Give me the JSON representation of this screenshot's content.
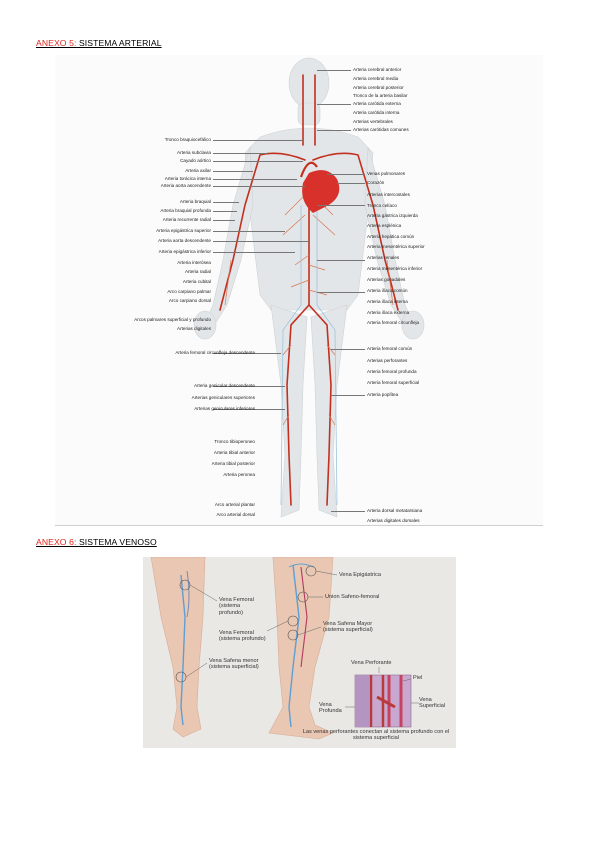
{
  "anexo5": {
    "number": "ANEXO 5:",
    "title": "SISTEMA ARTERIAL",
    "labels_left": [
      "Tronco braquiocefálico",
      "Arteria subclavia",
      "Cayado aórtico",
      "Arteria axilar",
      "Arteria torácica interna",
      "Arteria aorta ascendente",
      "Arteria braquial",
      "Arteria braquial profunda",
      "Arteria recurrente radial",
      "Arteria epigástrica superior",
      "Arteria aorta descendente",
      "Arteria epigástrica inferior",
      "Arteria interósea",
      "Arteria radial",
      "Arteria cubital",
      "Arco carpiano palmar",
      "Arco carpiano dorsal",
      "Arcos palmares superficial y profundo",
      "Arterias digitales",
      "Arteria femoral circunfleja descendente",
      "Arteria genicular descendente",
      "Arterias geniculares superiores",
      "Arterias geniculares inferiores",
      "Tronco tibioperoneo",
      "Arteria tibial anterior",
      "Arteria tibial posterior",
      "Arteria peronea",
      "Arco arterial plantar",
      "Arco arterial dorsal"
    ],
    "labels_right": [
      "Arteria cerebral anterior",
      "Arteria cerebral media",
      "Arteria cerebral posterior",
      "Tronco de la arteria basilar",
      "Arteria carótida externa",
      "Arteria carótida interna",
      "Arterias vertebrales",
      "Arterias carótidas comunes",
      "Venas pulmonares",
      "Corazón",
      "Arterias intercostales",
      "Tronco celíaco",
      "Arteria gástrica izquierda",
      "Arteria esplénica",
      "Arteria hepática común",
      "Arteria mesentérica superior",
      "Arterias renales",
      "Arteria mesentérica inferior",
      "Arterias gonadales",
      "Arteria ilíaca común",
      "Arteria ilíaca interna",
      "Arteria ilíaca externa",
      "Arteria femoral circunfleja",
      "Arteria femoral común",
      "Arterias perforantes",
      "Arteria femoral profunda",
      "Arteria femoral superficial",
      "Arteria poplítea",
      "Arteria dorsal metatarsiana",
      "Arterias digitales dorsales"
    ]
  },
  "anexo6": {
    "number": "ANEXO 6:",
    "title": "SISTEMA VENOSO",
    "labels": {
      "vena_femoral_1": "Vena Femoral\n(sistema\nprofundo)",
      "vena_safena_menor": "Vena Safena menor\n(sistema superficial)",
      "vena_epigastrica": "Vena Epigástrica",
      "union_safeno_femoral": "Union Safeno-femoral",
      "vena_femoral_2": "Vena Femoral\n(sistema profundo)",
      "vena_safena_mayor": "Vena Safena Mayor\n(sistema superficial)",
      "vena_perforante": "Vena Perforante",
      "piel": "Piel",
      "vena_profunda": "Vena\nProfunda",
      "vena_superficial": "Vena\nSuperficial"
    },
    "caption": "Las venas perforantes conectan al sistema profundo con el sistema superficial"
  },
  "colors": {
    "heading_number": "#e0241b",
    "artery": "#c2301f",
    "vein_blue": "#5d9fd3",
    "skin": "#e9c7b3",
    "body_silhouette": "#e3e6e8"
  }
}
